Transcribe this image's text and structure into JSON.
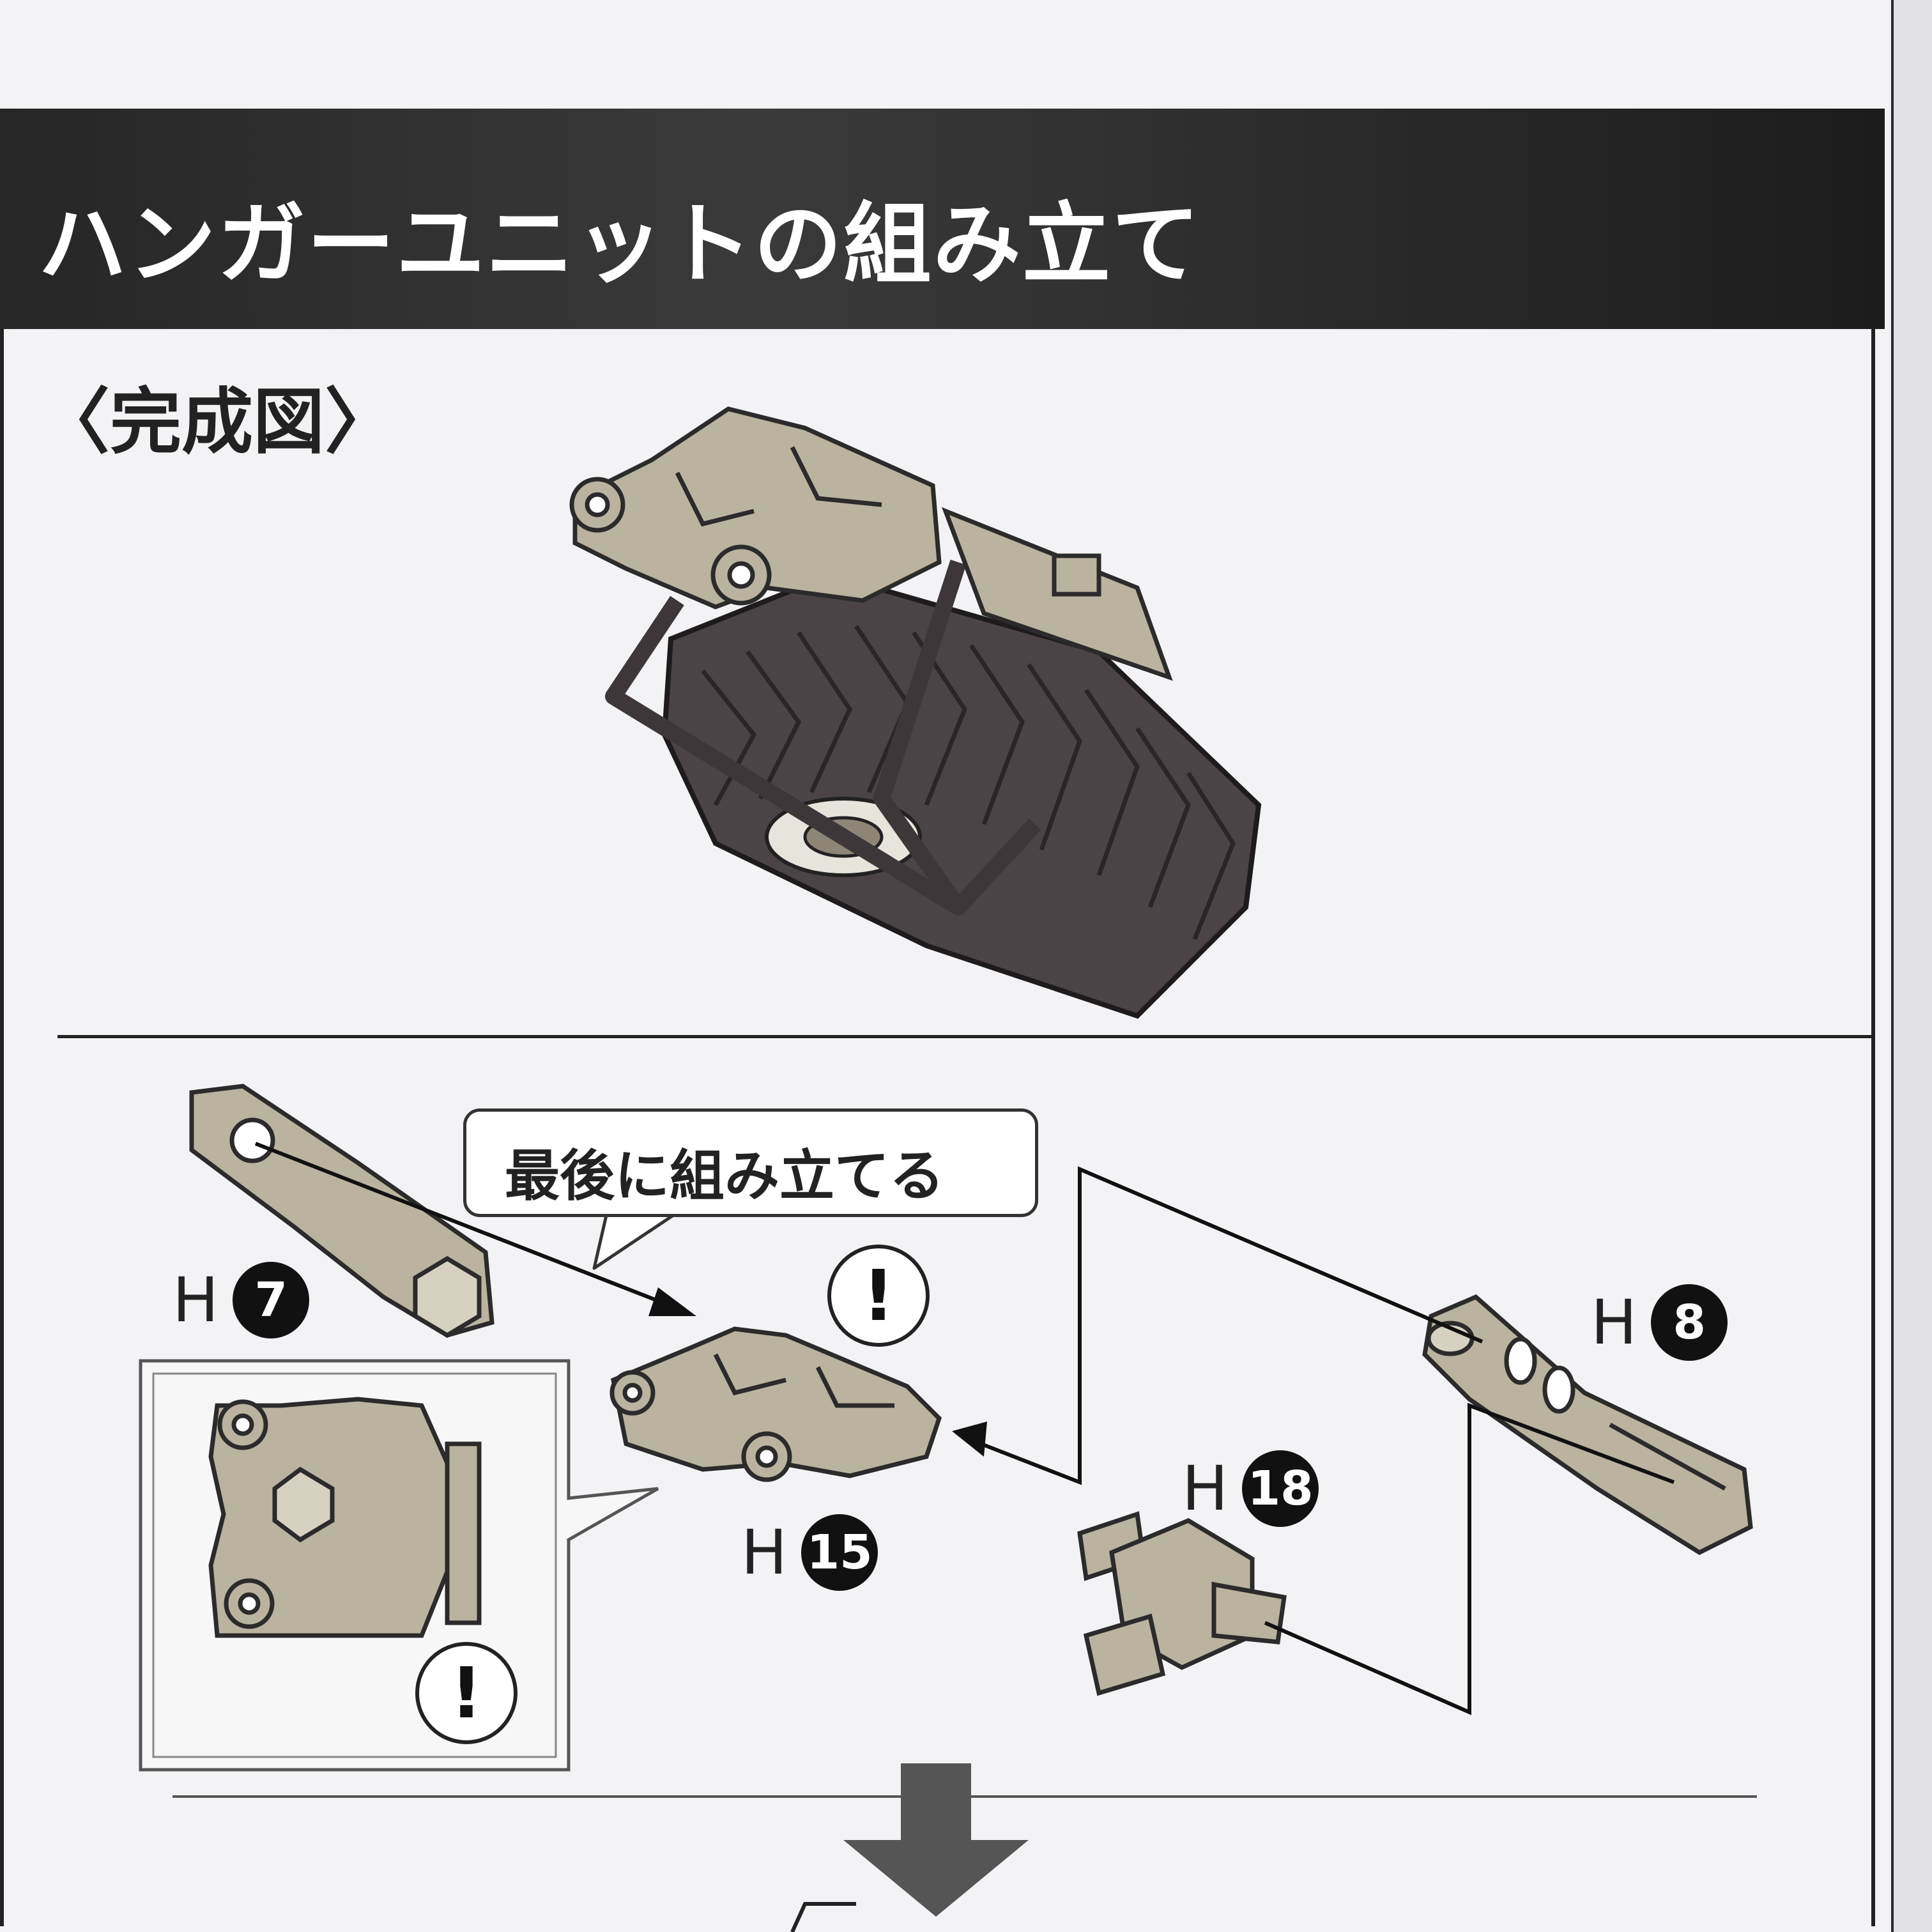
{
  "header": {
    "title": "ハンガーユニットの組み立て"
  },
  "completed_view": {
    "label": "〈完成図〉"
  },
  "step": {
    "callout_text": "最後に組み立てる",
    "parts": [
      {
        "prefix": "H",
        "number": "7"
      },
      {
        "prefix": "H",
        "number": "15"
      },
      {
        "prefix": "H",
        "number": "8"
      },
      {
        "prefix": "H",
        "number": "18"
      }
    ],
    "caution_mark": "!"
  },
  "colors": {
    "part_beige": "#b9b39f",
    "tire_dark": "#4b4446",
    "hanger_frame": "#5a5356",
    "header_bg": "#2b2b2b"
  }
}
